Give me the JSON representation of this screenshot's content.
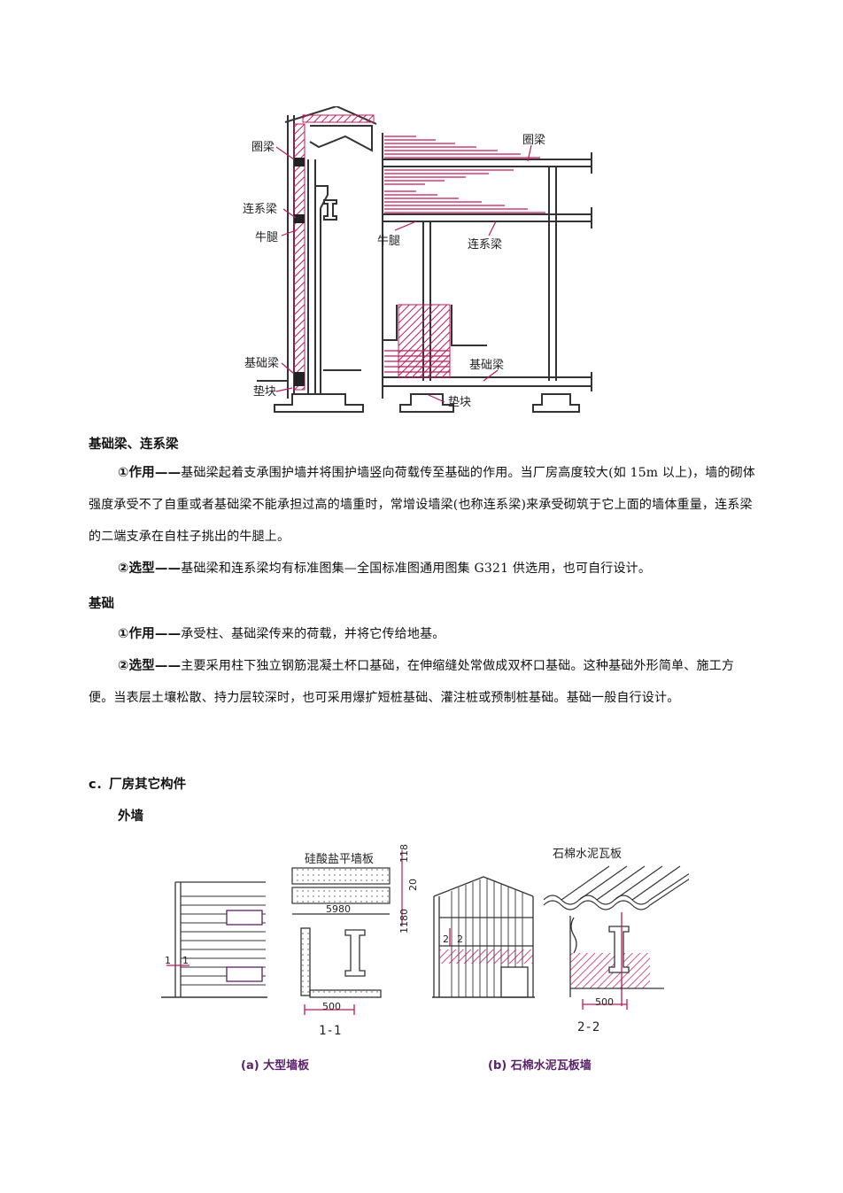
{
  "figure1": {
    "labels": {
      "ring_beam_left": "圈梁",
      "tie_beam_left": "连系梁",
      "corbel_left": "牛腿",
      "foundation_beam_left": "基础梁",
      "pad_left": "垫块",
      "ring_beam_right": "圈梁",
      "corbel_right": "牛腿",
      "tie_beam_right": "连系梁",
      "foundation_beam_right": "基础梁",
      "pad_right": "垫块"
    }
  },
  "section_foundation_beam": {
    "title": "基础梁、连系梁",
    "p1_label": "①作用——",
    "p1_text": "基础梁起着支承围护墙并将围护墙竖向荷载传至基础的作用。当厂房高度较大(如 15m 以上)，墙的砌体强度承受不了自重或者基础梁不能承担过高的墙重时，常增设墙梁(也称连系梁)来承受砌筑于它上面的墙体重量，连系梁的二端支承在自柱子挑出的牛腿上。",
    "p2_label": "②选型——",
    "p2_text": "基础梁和连系梁均有标准图集—全国标准图通用图集 G321 供选用，也可自行设计。"
  },
  "section_foundation": {
    "title": "基础",
    "p1_label": "①作用——",
    "p1_text": "承受柱、基础梁传来的荷载，并将它传给地基。",
    "p2_label": "②选型——",
    "p2_text": "主要采用柱下独立钢筋混凝土杯口基础，在伸缩缝处常做成双杯口基础。这种基础外形简单、施工方便。当表层土壤松散、持力层较深时，也可采用爆扩短桩基础、灌注桩或预制桩基础。基础一般自行设计。"
  },
  "section_c": {
    "title": "c．厂房其它构件",
    "sub": "外墙"
  },
  "figure2": {
    "label_panel": "硅酸盐平墙板",
    "dim_118": "118",
    "dim_20": "20",
    "dim_1180": "1180",
    "dim_5980": "5980",
    "dim_500a": "500",
    "section_a": "1-1",
    "cut_1a": "1",
    "cut_1b": "1",
    "label_asbestos": "石棉水泥瓦板",
    "dim_500b": "500",
    "section_b": "2-2",
    "cut_2a": "2",
    "cut_2b": "2",
    "caption_a": "(a) 大型墙板",
    "caption_b": "(b) 石棉水泥瓦板墙"
  }
}
